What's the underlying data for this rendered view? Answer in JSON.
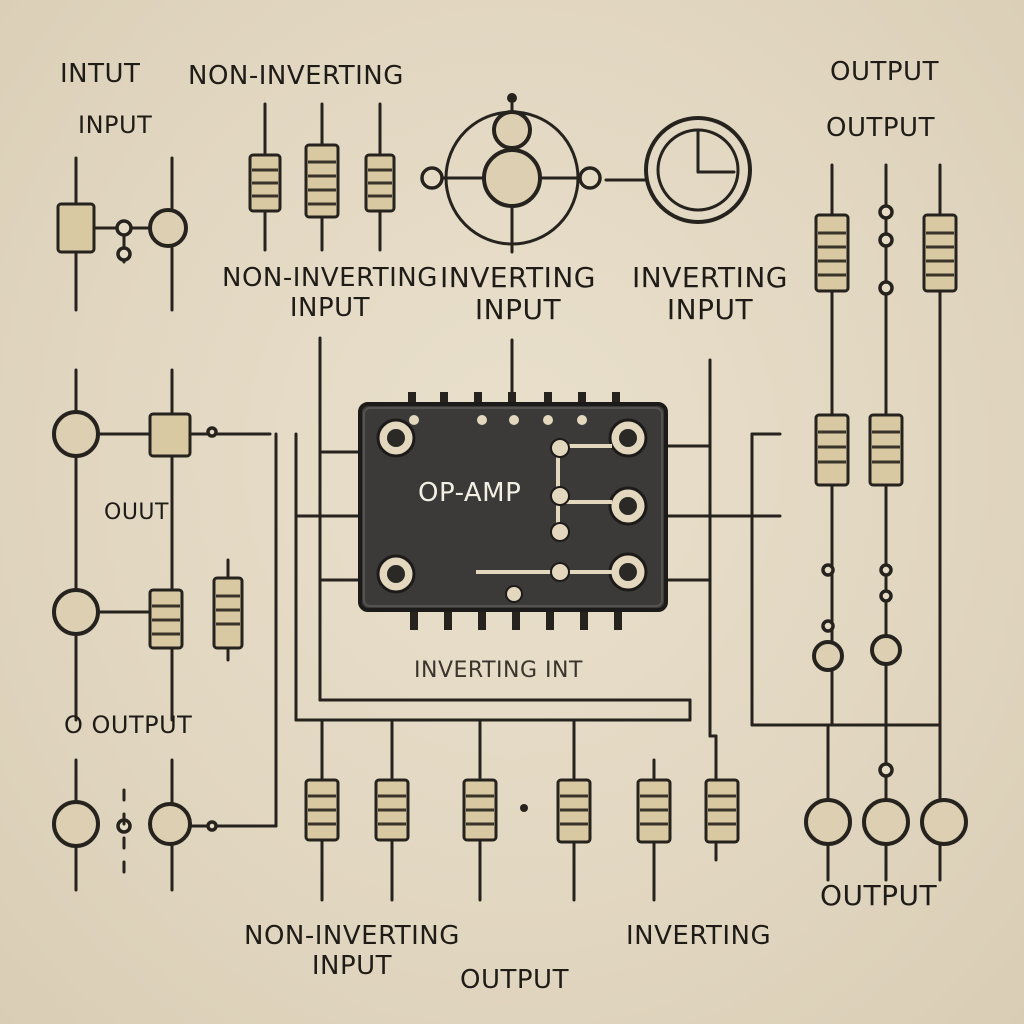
{
  "labels": {
    "top_left_1": "INTUT",
    "top_left_2": "INPUT",
    "top_non_inverting": "NON-INVERTING",
    "top_right_1": "OUTPUT",
    "top_right_2": "OUTPUT",
    "mid_non_inverting": "NON-INVERTING\nINPUT",
    "mid_inverting_1": "INVERTING\nINPUT",
    "mid_inverting_2": "INVERTING\nINPUT",
    "left_ouut": "OUUT",
    "left_output": "O OUTPUT",
    "chip": "OP-AMP",
    "below_chip": "INVERTING INT",
    "bottom_non_inverting": "NON-INVERTING\nINPUT",
    "bottom_output": "OUTPUT",
    "bottom_inverting": "INVERTING",
    "bottom_right_output": "OUTPUT"
  },
  "colors": {
    "paper": "#e3d9c4",
    "ink": "#26231f",
    "chip_body": "#3b3a38"
  }
}
